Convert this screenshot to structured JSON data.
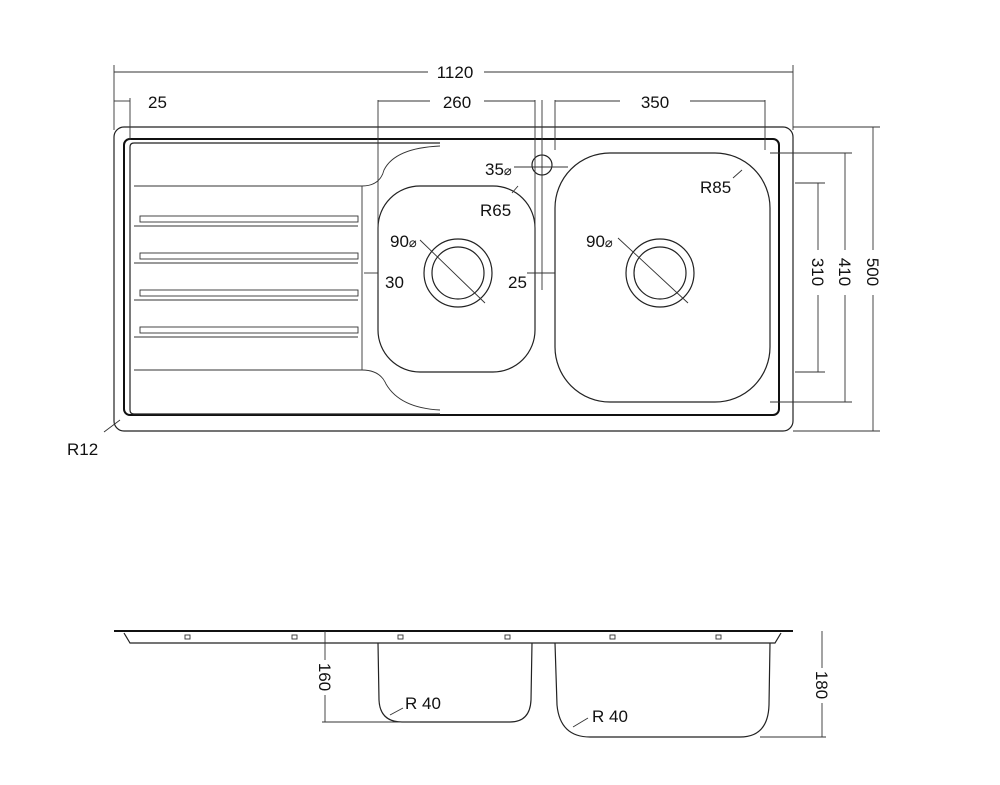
{
  "top_view": {
    "overall_width": "1120",
    "edge_offset": "25",
    "small_bowl_width": "260",
    "large_bowl_width": "350",
    "corner_radius": "R12",
    "small_bowl_radius": "R65",
    "large_bowl_radius": "R85",
    "tap_hole": "35",
    "small_drain": "90",
    "large_drain": "90",
    "drainboard_gap": "30",
    "bowl_gap": "25",
    "bowl_depth_inner": "310",
    "large_bowl_length": "410",
    "overall_depth": "500"
  },
  "side_view": {
    "small_bowl_depth": "160",
    "large_bowl_depth": "180",
    "small_bowl_radius": "R 40",
    "large_bowl_radius": "R 40"
  },
  "symbols": {
    "diameter": "⌀"
  }
}
